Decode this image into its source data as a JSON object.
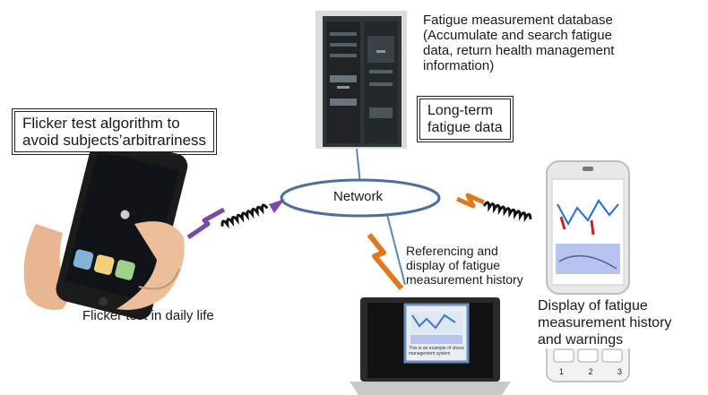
{
  "server": {
    "caption_lines": [
      "Fatigue measurement database",
      "(Accumulate and search fatigue",
      "data, return health management",
      "information)"
    ],
    "box_lines": [
      "Long-term",
      "fatigue data"
    ]
  },
  "algorithm_box": {
    "lines": [
      "Flicker test algorithm to",
      "avoid subjects’arbitrariness"
    ]
  },
  "network": {
    "label": "Network"
  },
  "phone": {
    "caption": "Flicker test in daily life"
  },
  "laptop": {
    "caption_lines": [
      "Referencing and",
      "display of fatigue",
      "measurement history"
    ],
    "screen_text": [
      "This is an example of stress",
      "management system"
    ]
  },
  "mobile": {
    "caption_lines": [
      "Display of fatigue",
      "measurement history",
      "and warnings"
    ],
    "keys": [
      "1",
      "2",
      "3"
    ]
  },
  "colors": {
    "link_purple": "#7a4aa8",
    "link_orange": "#e0781f",
    "link_blue": "#5b86b8",
    "ellipse_stroke": "#4a6fa0"
  }
}
